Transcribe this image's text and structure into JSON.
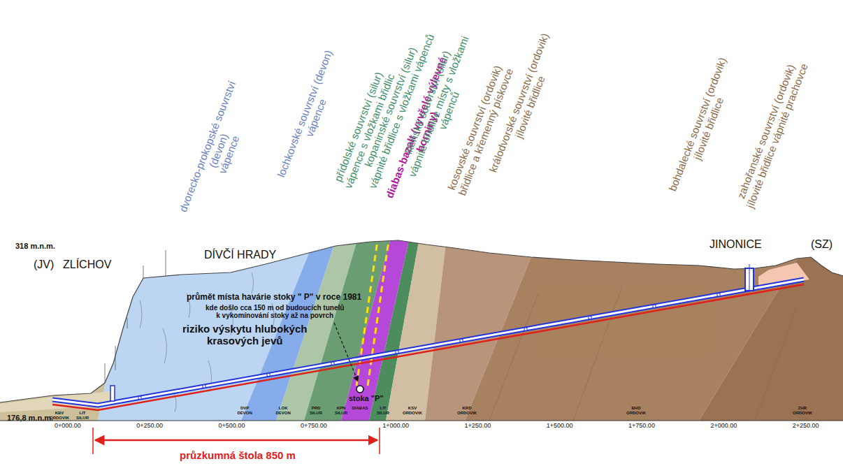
{
  "diagram": {
    "labels": [
      "dvorecko-prokopské souvrství (devon) vápence",
      "lochkovské souvrství (devon) vápence",
      "přídolské souvrství (silur) vápence s vložkami břidlic",
      "kopaninské souvrství (silur) vápnité břidlice s vložkami vápenců",
      "diabas-bazalt (vyvřelé výlevné horniny)",
      "liteňské souvrství (silur) vápnité břidlice místy s vložkami vápenců",
      "kosovské souvrství (ordovik) břidlice a křemenný pískovce",
      "králodvorské souvrství (ordovik) jílovité břidlice",
      "bohdalecké souvrství (ordovik) jílovité břidlice",
      "zahořanské souvrství (ordovik) jílovité břidlice vápnité prachovce",
      "318 m.n.m.",
      "176,8 m.n.m.",
      "(JV)",
      "ZLÍCHOV",
      "DÍVČÍ HRADY",
      "JINONICE",
      "(SZ)",
      "průmět místa havárie stoky \" P\" v roce 1981",
      "kde došlo cca 150 m od budoucích tunelů k vykomínování stoky až na povrch",
      "riziko výskytu hlubokých krasových jevů",
      "stoka \"P\"",
      "0+000.00",
      "0+250.00",
      "0+500.00",
      "0+750.00",
      "1+000.00",
      "1+250.00",
      "1+500.00",
      "1+750.00",
      "2+000.00",
      "2+250.00",
      "KBV ORDOVIK",
      "LIT SILUR",
      "DVP DEVON",
      "LOK DEVON",
      "PRD SILUR",
      "KPN SILUR",
      "DIABAS",
      "LIT SILUR",
      "KSV ORDOVIK",
      "KRD ORDOVIK",
      "BHD ORDOVIK",
      "ZHR ORDOVIK",
      "průzkumná štola 850 m"
    ]
  }
}
